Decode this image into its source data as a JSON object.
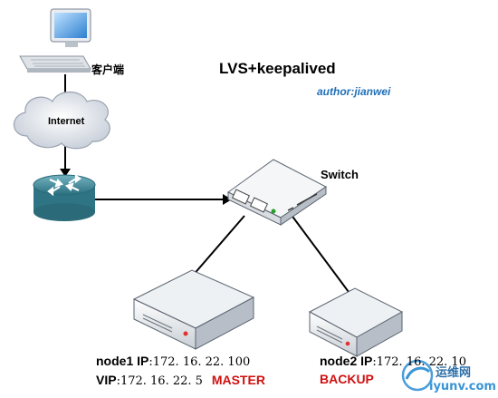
{
  "diagram": {
    "title": "LVS+keepalived",
    "author": "author:jianwei",
    "client_label": "客户端",
    "internet_label": "Internet",
    "switch_label": "Switch",
    "node1": {
      "ip_prefix": "node1 IP",
      "ip_value": ":172. 16. 22. 100",
      "vip_prefix": "VIP",
      "vip_value": ":172. 16. 22. 5",
      "role": "MASTER"
    },
    "node2": {
      "ip_prefix": "node2  IP",
      "ip_value": ":172. 16. 22. 10",
      "role": "BACKUP"
    }
  },
  "watermark": {
    "name_cn": "运维网",
    "domain": "iyunv.com"
  },
  "colors": {
    "author": "#1f6fb8",
    "role": "#d01010",
    "router": "#3c8a9a",
    "cloud": "#dfe4ec"
  }
}
